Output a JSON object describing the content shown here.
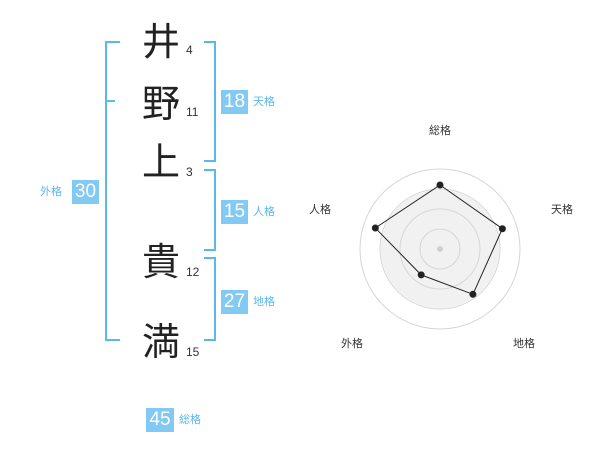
{
  "colors": {
    "accent": "#5bb8ec",
    "number_box": "#82c9f3",
    "text": "#222222"
  },
  "name": {
    "chars": [
      {
        "char": "井",
        "strokes": "4"
      },
      {
        "char": "野",
        "strokes": "11"
      },
      {
        "char": "上",
        "strokes": "3"
      },
      {
        "char": "貴",
        "strokes": "12"
      },
      {
        "char": "満",
        "strokes": "15"
      }
    ]
  },
  "kaku": {
    "tenkaku": {
      "value": "18",
      "label": "天格"
    },
    "jinkaku": {
      "value": "15",
      "label": "人格"
    },
    "chikaku": {
      "value": "27",
      "label": "地格"
    },
    "gaikaku": {
      "value": "30",
      "label": "外格"
    },
    "soukaku": {
      "value": "45",
      "label": "総格"
    }
  },
  "radar": {
    "axes": [
      "総格",
      "天格",
      "地格",
      "外格",
      "人格"
    ],
    "levels": 4,
    "values": [
      0.8,
      0.82,
      0.7,
      0.4,
      0.85
    ]
  }
}
